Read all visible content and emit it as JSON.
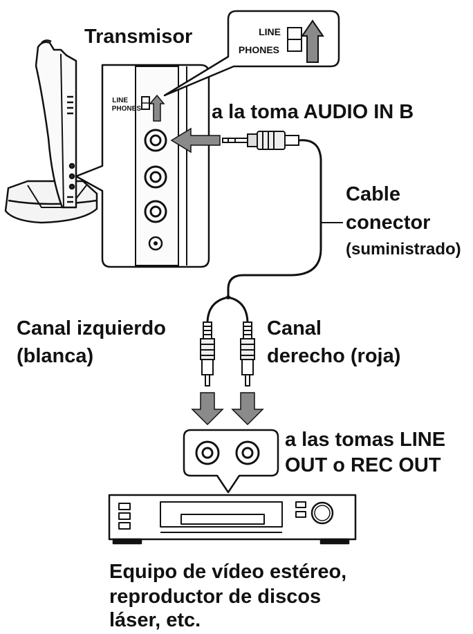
{
  "labels": {
    "transmitter": "Transmisor",
    "switch_line": "LINE",
    "switch_phones": "PHONES",
    "audio_in": "a la toma AUDIO IN B",
    "cable_line1": "Cable",
    "cable_line2": "conector",
    "cable_line3": "(suministrado)",
    "left_channel_line1": "Canal izquierdo",
    "left_channel_line2": "(blanca)",
    "right_channel_line1": "Canal",
    "right_channel_line2": "derecho (roja)",
    "line_out_line1": "a las tomas LINE",
    "line_out_line2": "OUT o REC OUT",
    "equipment_line1": "Equipo de vídeo estéreo,",
    "equipment_line2": "reproductor de discos",
    "equipment_line3": "láser, etc."
  },
  "colors": {
    "line": "#111111",
    "fill_light": "#eeeeee",
    "fill_mid": "#bdbdbd",
    "arrow": "#8a8a8a"
  }
}
